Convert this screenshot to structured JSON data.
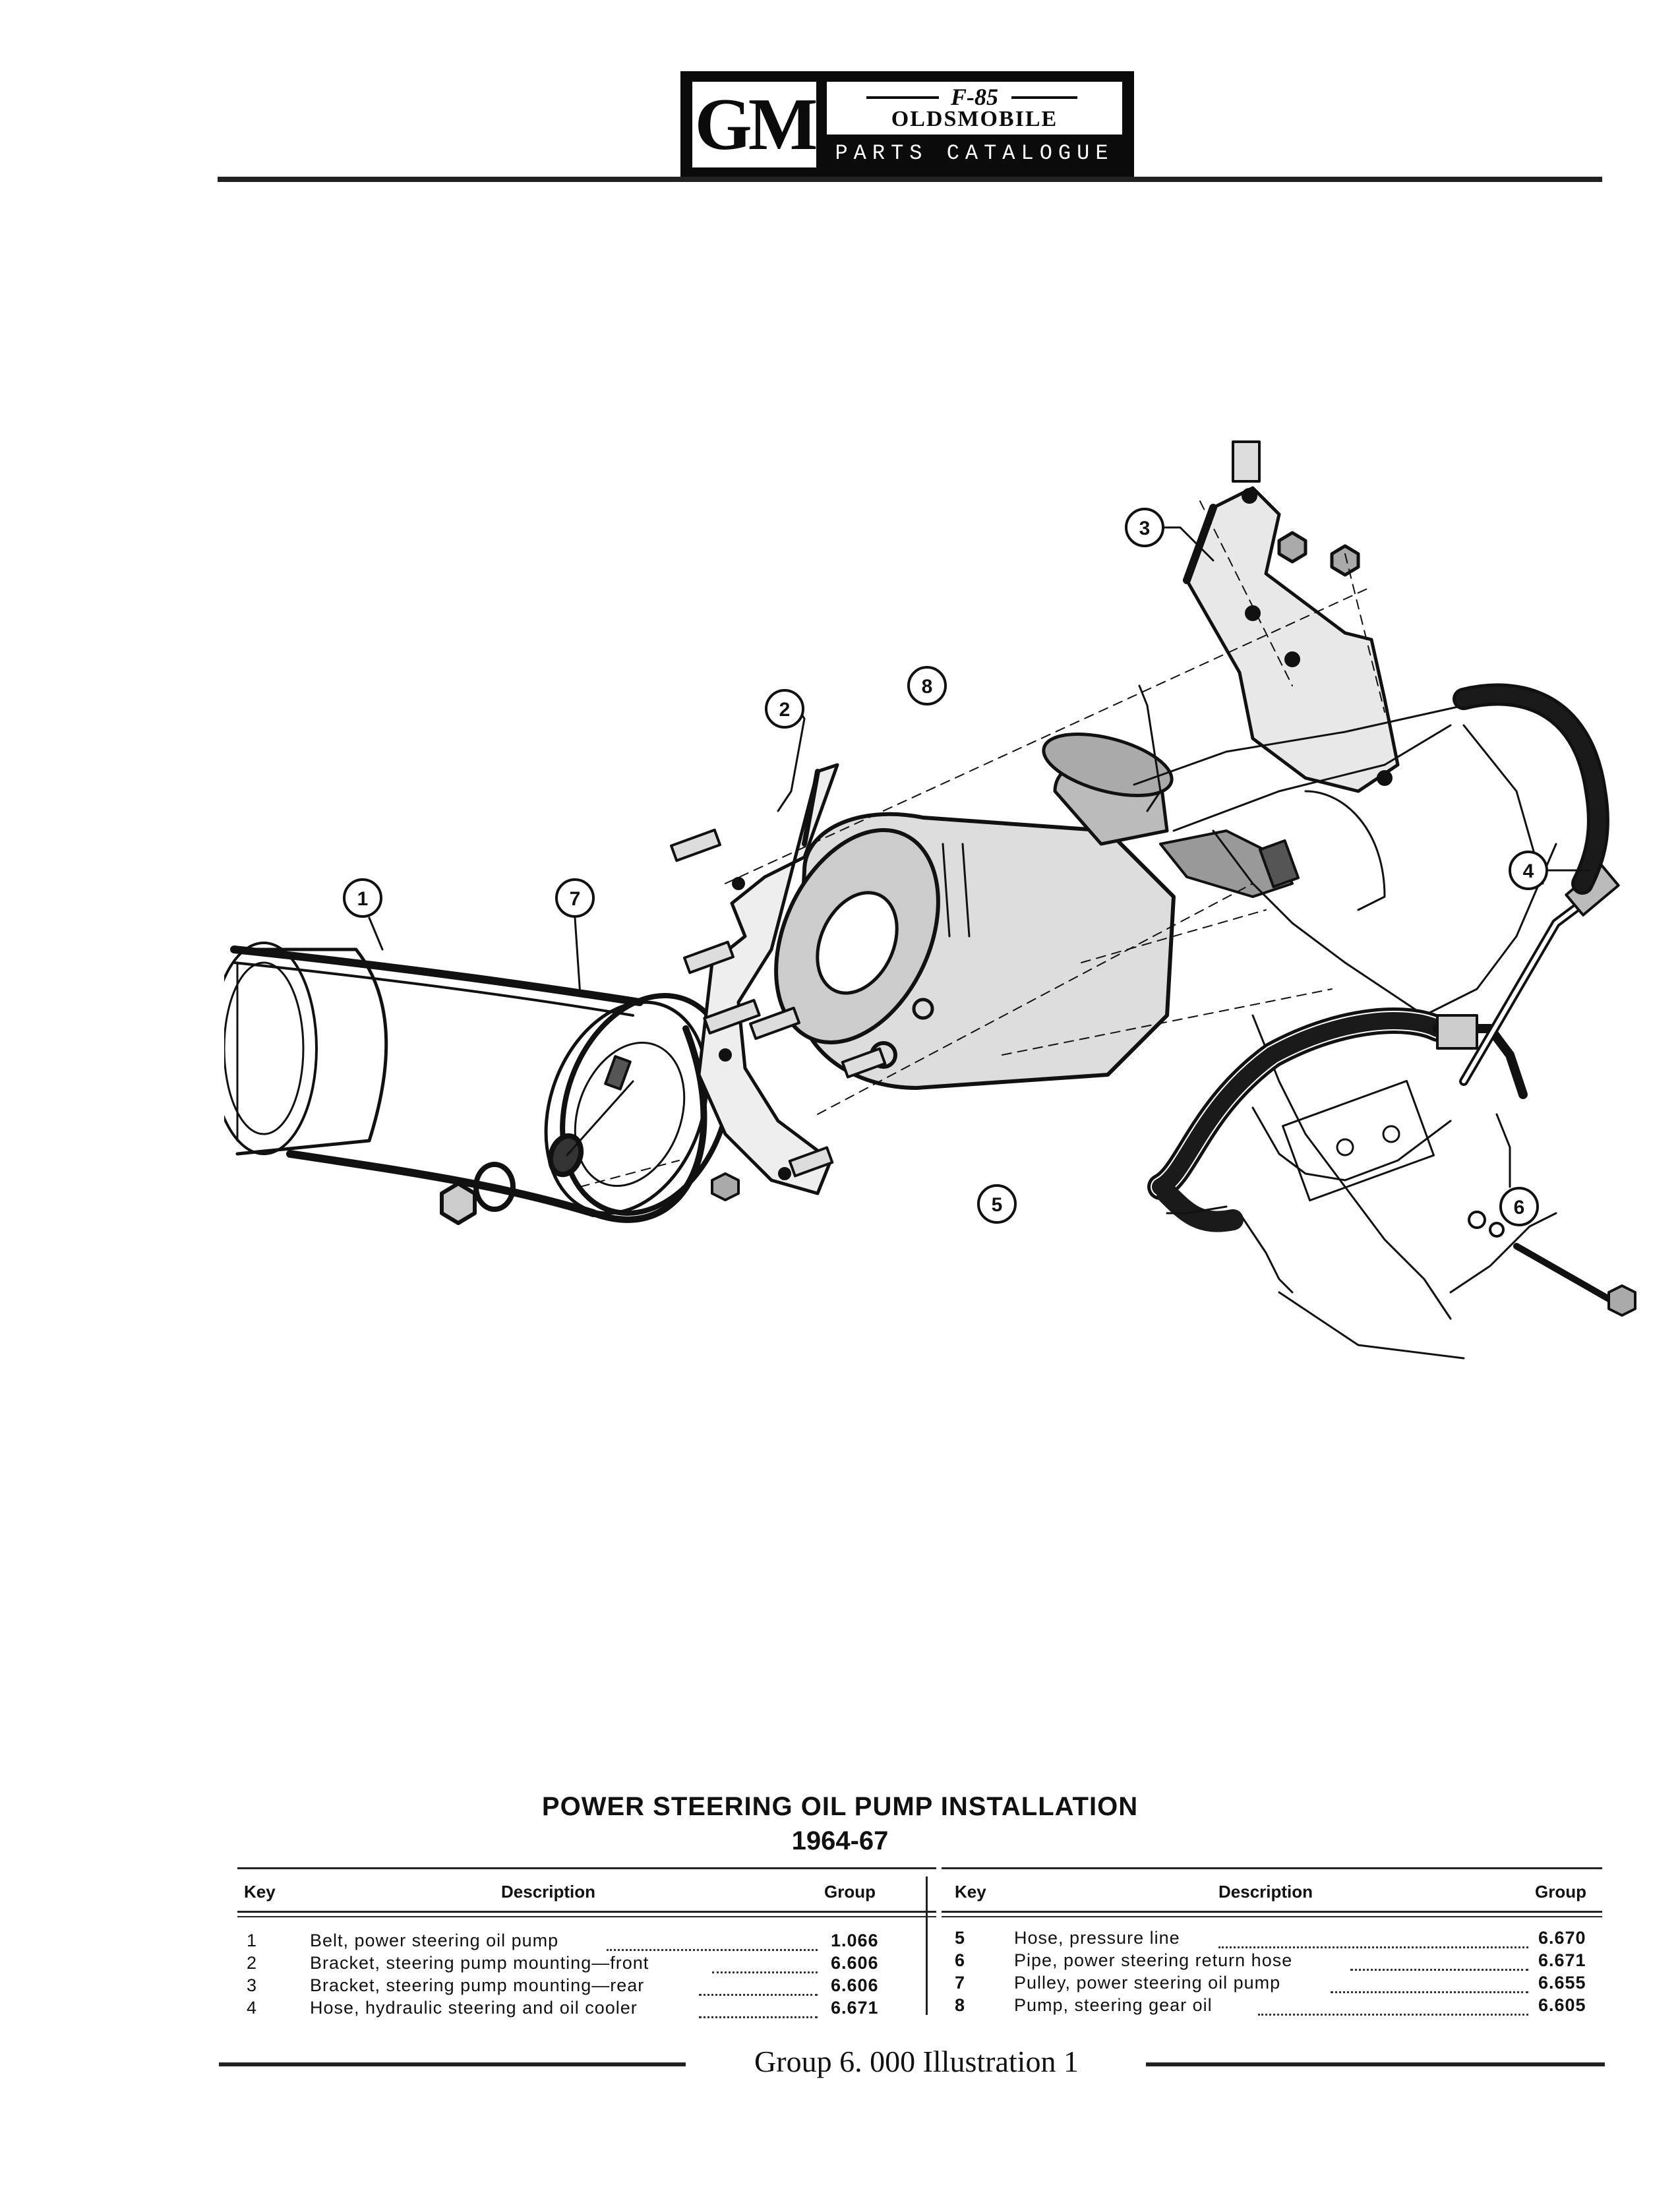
{
  "header": {
    "logo_gm": "GM",
    "logo_model": "F-85",
    "logo_brand": "OLDSMOBILE",
    "logo_subtitle": "PARTS CATALOGUE"
  },
  "illustration": {
    "callouts": [
      "1",
      "2",
      "3",
      "4",
      "5",
      "6",
      "7",
      "8"
    ]
  },
  "caption": {
    "title": "POWER STEERING OIL  PUMP INSTALLATION",
    "years": "1964-67"
  },
  "table": {
    "headers": {
      "key": "Key",
      "description": "Description",
      "group": "Group"
    },
    "left_rows": [
      {
        "key": "1",
        "description": "Belt, power steering oil pump",
        "group": "1.066"
      },
      {
        "key": "2",
        "description": "Bracket, steering pump mounting—front",
        "group": "6.606"
      },
      {
        "key": "3",
        "description": "Bracket, steering pump mounting—rear",
        "group": "6.606"
      },
      {
        "key": "4",
        "description": "Hose, hydraulic steering and oil cooler",
        "group": "6.671"
      }
    ],
    "right_rows": [
      {
        "key": "5",
        "description": "Hose, pressure line",
        "group": "6.670"
      },
      {
        "key": "6",
        "description": "Pipe, power steering return hose",
        "group": "6.671"
      },
      {
        "key": "7",
        "description": "Pulley, power steering oil pump",
        "group": "6.655"
      },
      {
        "key": "8",
        "description": "Pump, steering gear oil",
        "group": "6.605"
      }
    ]
  },
  "footer": {
    "text": "Group 6. 000  Illustration 1"
  }
}
